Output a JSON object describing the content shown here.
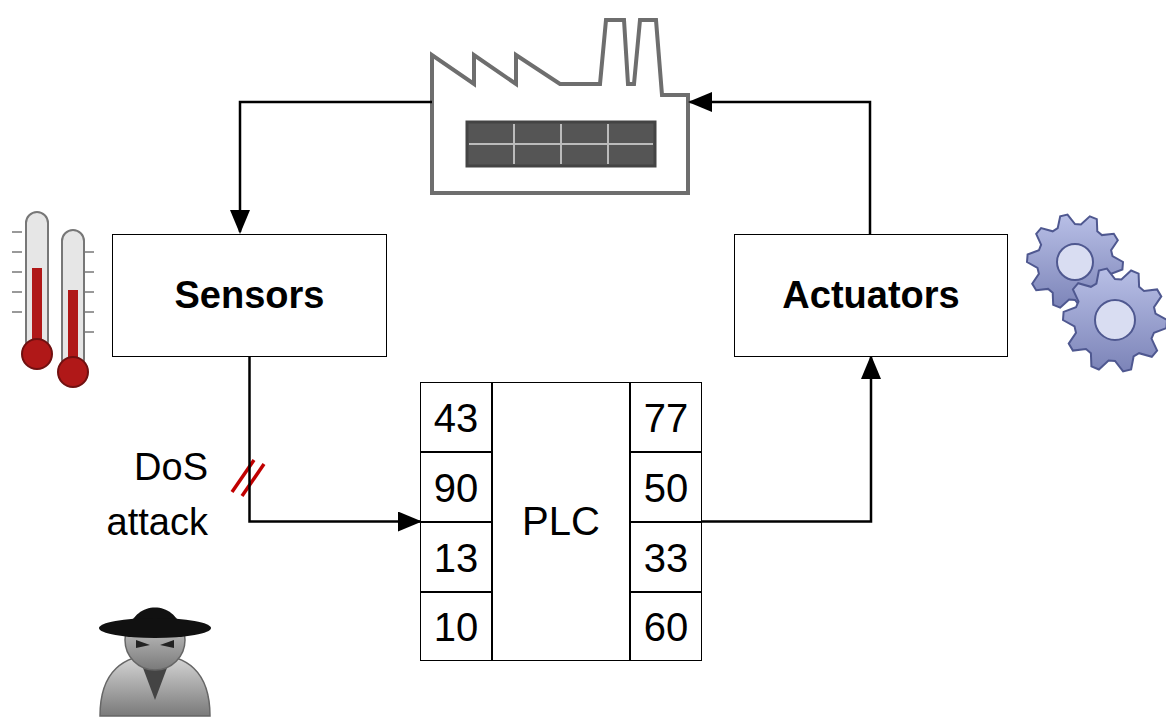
{
  "diagram": {
    "nodes": [
      {
        "text": [
          "Sensors"
        ]
      },
      {
        "text": [
          "Actuators"
        ]
      },
      {
        "text": [
          "PLC"
        ]
      }
    ],
    "edges": [
      {
        "from": 0,
        "to": 2,
        "arrow": "to"
      },
      {
        "from": 2,
        "to": 1,
        "arrow": "to"
      }
    ],
    "labels": [
      "DoS attack",
      "43",
      "90",
      "13",
      "10",
      "77",
      "50",
      "33",
      "60"
    ]
  }
}
